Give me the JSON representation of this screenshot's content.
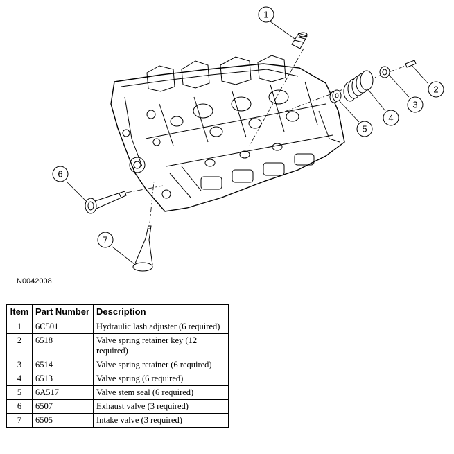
{
  "figure_code": "N0042008",
  "callouts": [
    "1",
    "2",
    "3",
    "4",
    "5",
    "6",
    "7"
  ],
  "table": {
    "headers": {
      "item": "Item",
      "part_number": "Part Number",
      "description": "Description"
    },
    "rows": [
      {
        "item": "1",
        "part_number": "6C501",
        "description": "Hydraulic lash adjuster (6 required)"
      },
      {
        "item": "2",
        "part_number": "6518",
        "description": "Valve spring retainer key (12 required)"
      },
      {
        "item": "3",
        "part_number": "6514",
        "description": "Valve spring retainer (6 required)"
      },
      {
        "item": "4",
        "part_number": "6513",
        "description": "Valve spring (6 required)"
      },
      {
        "item": "5",
        "part_number": "6A517",
        "description": "Valve stem seal (6 required)"
      },
      {
        "item": "6",
        "part_number": "6507",
        "description": "Exhaust valve (3 required)"
      },
      {
        "item": "7",
        "part_number": "6505",
        "description": "Intake valve (3 required)"
      }
    ]
  }
}
